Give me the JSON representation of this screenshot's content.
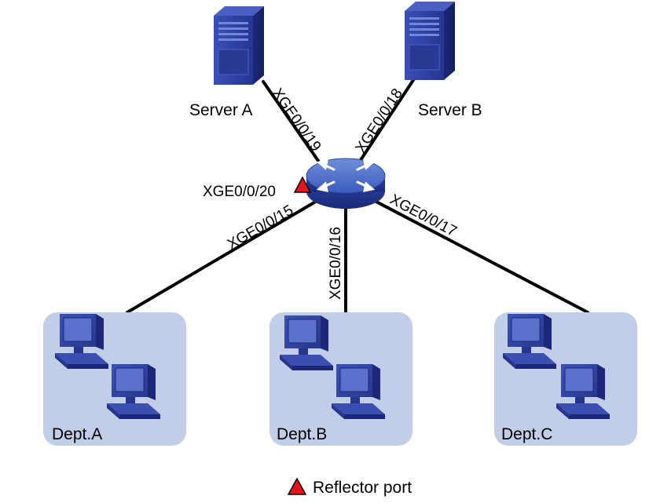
{
  "servers": [
    {
      "id": "server-a",
      "label": "Server A"
    },
    {
      "id": "server-b",
      "label": "Server B"
    }
  ],
  "switch": {
    "id": "switch",
    "reflector_port": "XGE0/0/20"
  },
  "links": [
    {
      "to": "server-a",
      "port": "XGE0/0/19"
    },
    {
      "to": "server-b",
      "port": "XGE0/0/18"
    },
    {
      "to": "dept-a",
      "port": "XGE0/0/15"
    },
    {
      "to": "dept-b",
      "port": "XGE0/0/16"
    },
    {
      "to": "dept-c",
      "port": "XGE0/0/17"
    }
  ],
  "departments": [
    {
      "id": "dept-a",
      "label": "Dept.A"
    },
    {
      "id": "dept-b",
      "label": "Dept.B"
    },
    {
      "id": "dept-c",
      "label": "Dept.C"
    }
  ],
  "legend": {
    "label": "Reflector port",
    "marker_color": "#e8141c"
  },
  "colors": {
    "device_blue": "#2e3f9e",
    "device_dark": "#1c2877",
    "group_fill": "#c2cde8",
    "link": "#000000"
  }
}
